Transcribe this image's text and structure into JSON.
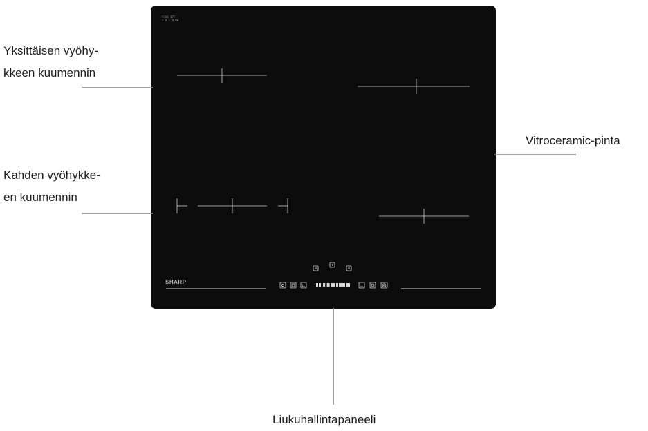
{
  "labels": {
    "single_zone_line1": "Yksittäisen vyöhy-",
    "single_zone_line2": "kkeen kuumennin",
    "dual_zone_line1": "Kahden vyöhykke-",
    "dual_zone_line2": "en kuumennin",
    "surface": "Vitroceramic-pinta",
    "control_panel": "Liukuhallintapaneeli"
  },
  "hob": {
    "brand": "SHARP",
    "model_line1": "SCH6-ITF",
    "model_line2": "4 X 1 0 kW"
  },
  "colors": {
    "panel": "#0c0c0c",
    "leader_line": "#8a8a8a",
    "zone_marks": "#cfcfcf"
  },
  "icons": {
    "top_buttons": [
      "zone-select-icon",
      "timer-icon",
      "zone-select-icon"
    ],
    "left_buttons": [
      "lock-icon",
      "pause-icon",
      "boost-icon"
    ],
    "right_buttons": [
      "timer-icon",
      "power-icon",
      "bridge-icon"
    ],
    "slider": "power-slider"
  }
}
